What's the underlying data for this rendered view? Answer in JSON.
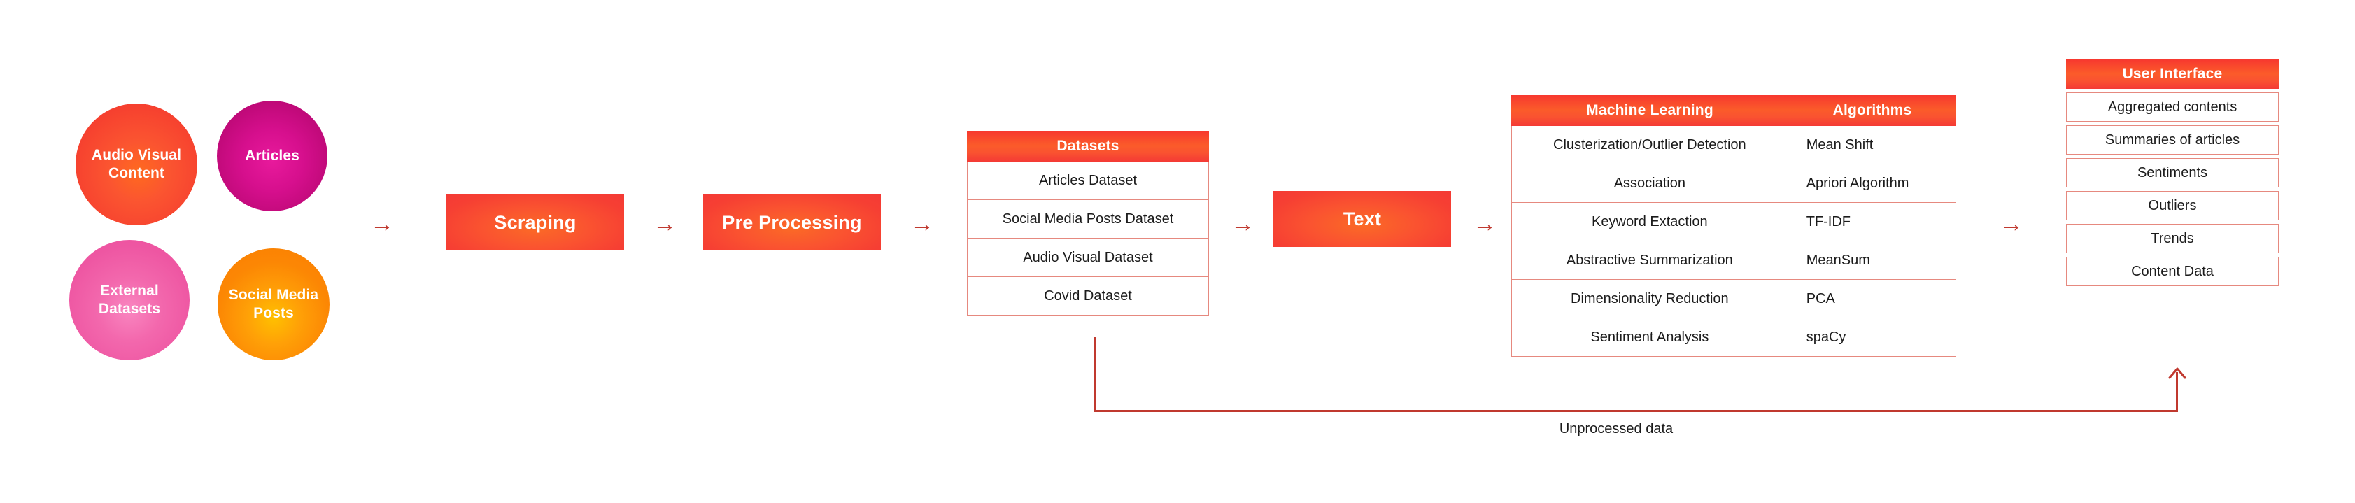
{
  "sources": {
    "circles": [
      {
        "name": "audio-visual-content",
        "label": "Audio Visual\nContent",
        "color": "#f6402f"
      },
      {
        "name": "articles",
        "label": "Articles",
        "color": "#d60f8d"
      },
      {
        "name": "external-datasets",
        "label": "External\nDatasets",
        "color": "#ee56a2"
      },
      {
        "name": "social-media-posts",
        "label": "Social Media\nPosts",
        "color": "#fc8704"
      }
    ]
  },
  "process": {
    "scraping": "Scraping",
    "pre_processing": "Pre Processing",
    "text": "Text"
  },
  "arrows": {
    "glyph": "→",
    "color": "#c0392f"
  },
  "datasets_table": {
    "header": "Datasets",
    "rows": [
      "Articles Dataset",
      "Social Media Posts Dataset",
      "Audio Visual Dataset",
      "Covid Dataset"
    ]
  },
  "ml_table": {
    "headers": [
      "Machine Learning",
      "Algorithms"
    ],
    "rows": [
      [
        "Clusterization/Outlier Detection",
        "Mean Shift"
      ],
      [
        "Association",
        "Apriori Algorithm"
      ],
      [
        "Keyword Extaction",
        "TF-IDF"
      ],
      [
        "Abstractive Summarization",
        "MeanSum"
      ],
      [
        "Dimensionality Reduction",
        "PCA"
      ],
      [
        "Sentiment Analysis",
        "spaCy"
      ]
    ]
  },
  "ui_panel": {
    "header": "User Interface",
    "rows": [
      "Aggregated contents",
      "Summaries of articles",
      "Sentiments",
      "Outliers",
      "Trends",
      "Content Data"
    ]
  },
  "feedback_loop": {
    "label": "Unprocessed data",
    "color": "#c0392f"
  },
  "theme": {
    "accent_red": "#f6402f",
    "accent_orange": "#fb6a26",
    "table_border": "#e6897f",
    "text_dark": "#1b1b1b"
  }
}
